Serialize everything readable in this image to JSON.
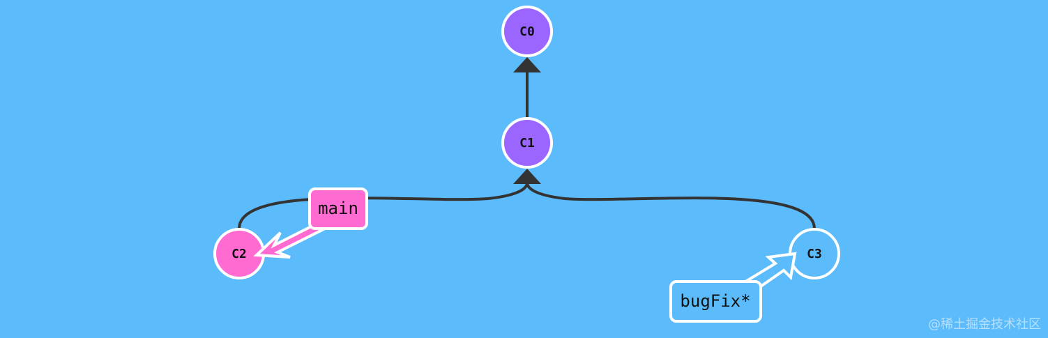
{
  "commits": [
    {
      "id": "c0",
      "label": "C0"
    },
    {
      "id": "c1",
      "label": "C1"
    },
    {
      "id": "c2",
      "label": "C2"
    },
    {
      "id": "c3",
      "label": "C3"
    }
  ],
  "branches": [
    {
      "id": "main",
      "label": "main"
    },
    {
      "id": "bugfix",
      "label": "bugFix*"
    }
  ],
  "watermark": "@稀土掘金技术社区",
  "colors": {
    "background": "#5cbbfb",
    "commit_purple": "#9a66ff",
    "commit_pink": "#ff6bd1",
    "commit_blue": "#5cbbfb",
    "edge": "#333333",
    "outline": "#ffffff"
  }
}
